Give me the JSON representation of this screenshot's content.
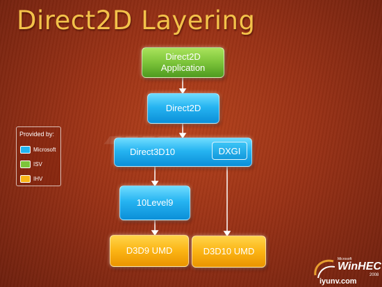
{
  "title": "Direct2D Layering",
  "nodes": {
    "d2d_app": "Direct2D\nApplication",
    "direct2d": "Direct2D",
    "direct3d10": "Direct3D10",
    "dxgi": "DXGI",
    "level9": "10Level9",
    "d3d9_umd": "D3D9 UMD",
    "d3d10_umd": "D3D10 UMD"
  },
  "legend": {
    "title": "Provided by:",
    "items": [
      {
        "label": "Microsoft",
        "color": "#22b5f0"
      },
      {
        "label": "ISV",
        "color": "#7cc43a"
      },
      {
        "label": "IHV",
        "color": "#f9b417"
      }
    ]
  },
  "logo": {
    "small": "Microsoft",
    "main": "WinHEC",
    "year": "2008",
    "url": "iyunv.com"
  },
  "colors": {
    "title": "#f3c24a",
    "background": "#9a3216",
    "arrow": "#ffffff"
  }
}
